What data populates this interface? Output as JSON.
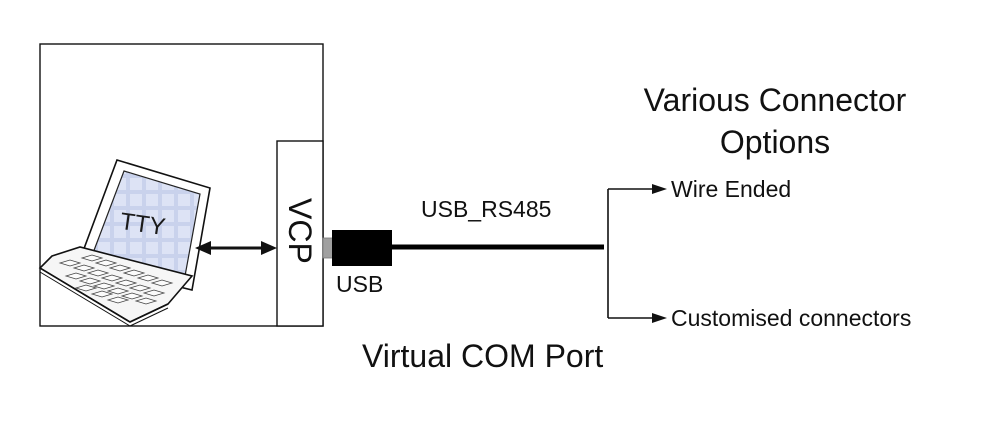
{
  "diagram": {
    "pc_screen_label": "TTY",
    "vcp_label": "VCP",
    "usb_plug_label": "USB",
    "cable_label": "USB_RS485",
    "connector_heading_line1": "Various Connector",
    "connector_heading_line2": "Options",
    "branch_top_label": "Wire Ended",
    "branch_bottom_label": "Customised connectors",
    "footer_label": "Virtual COM Port"
  },
  "colors": {
    "stroke": "#111111",
    "screen_fill": "#c9d2ec",
    "keyboard_fill": "#f2f2f2",
    "plug_fill": "#000000",
    "plug_metal": "#9a9a9a"
  },
  "icons": [
    "laptop-icon",
    "usb-plug-icon",
    "arrow-head-icon"
  ]
}
